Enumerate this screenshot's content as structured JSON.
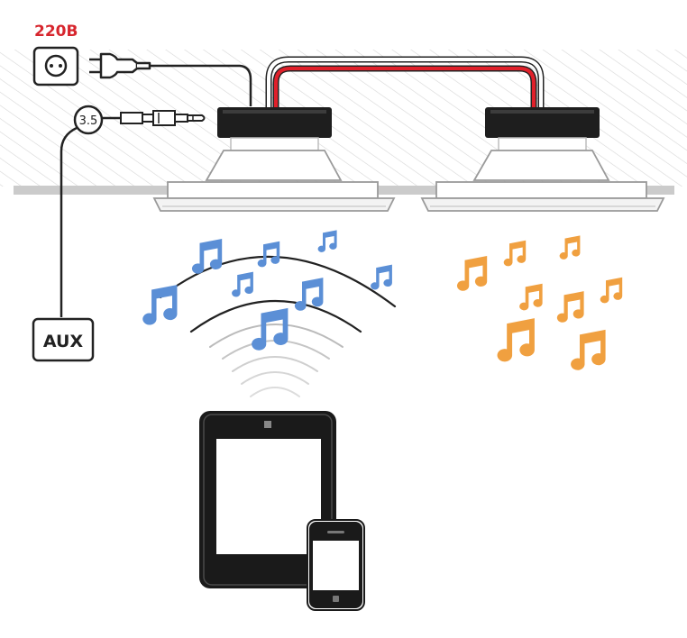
{
  "labels": {
    "voltage": "220В",
    "jack": "3.5",
    "aux": "AUX"
  },
  "colors": {
    "voltage_text": "#d7262e",
    "speaker_wire": "#e0202a",
    "notes_left": "#5b8fd6",
    "notes_right": "#f0a040",
    "cable": "#222222",
    "ceiling_hatch": "#cfcfcf",
    "ceiling_line": "#c8c8c8",
    "device": "#1a1a1a"
  },
  "icons": {
    "socket": "power-socket-icon",
    "plug": "power-plug-icon",
    "jack": "audio-jack-icon",
    "note": "music-note-icon",
    "wifi": "wireless-waves-icon",
    "tablet": "tablet-icon",
    "phone": "smartphone-icon"
  }
}
